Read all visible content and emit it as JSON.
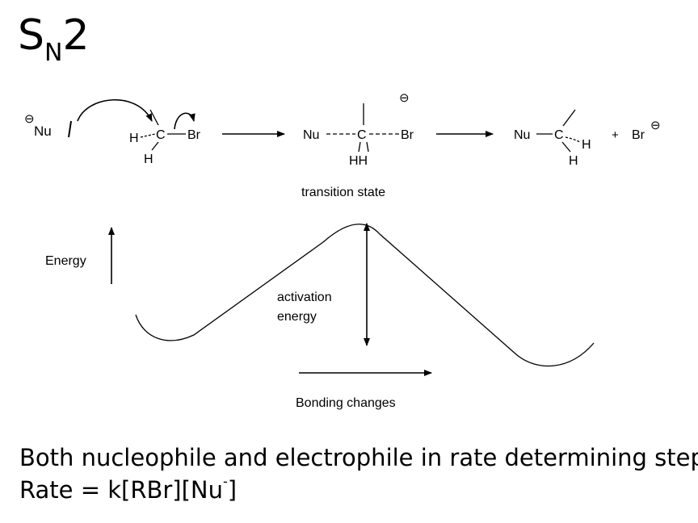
{
  "title": {
    "main": "S",
    "subscript": "N",
    "suffix": "2"
  },
  "mechanism": {
    "minus_charge": "⊖",
    "nucleophile": "Nu",
    "substrate": {
      "h_left": "H",
      "c": "C",
      "br": "Br",
      "h_bottom": "H"
    },
    "transition_state": {
      "nu": "Nu",
      "c": "C",
      "br": "Br",
      "h_pair": "HH",
      "caption": "transition state"
    },
    "product": {
      "nu": "Nu",
      "c": "C",
      "h_right": "H",
      "h_bottom": "H"
    },
    "plus": "+",
    "leaving_group": "Br"
  },
  "energy_diagram": {
    "y_label": "Energy",
    "x_label": "Bonding changes",
    "barrier_label_line1": "activation",
    "barrier_label_line2": "energy"
  },
  "notes": {
    "line1": "Both nucleophile and electrophile in rate determining step",
    "line2_prefix": "Rate = k[RBr][Nu",
    "line2_sup": "-",
    "line2_suffix": "]"
  }
}
